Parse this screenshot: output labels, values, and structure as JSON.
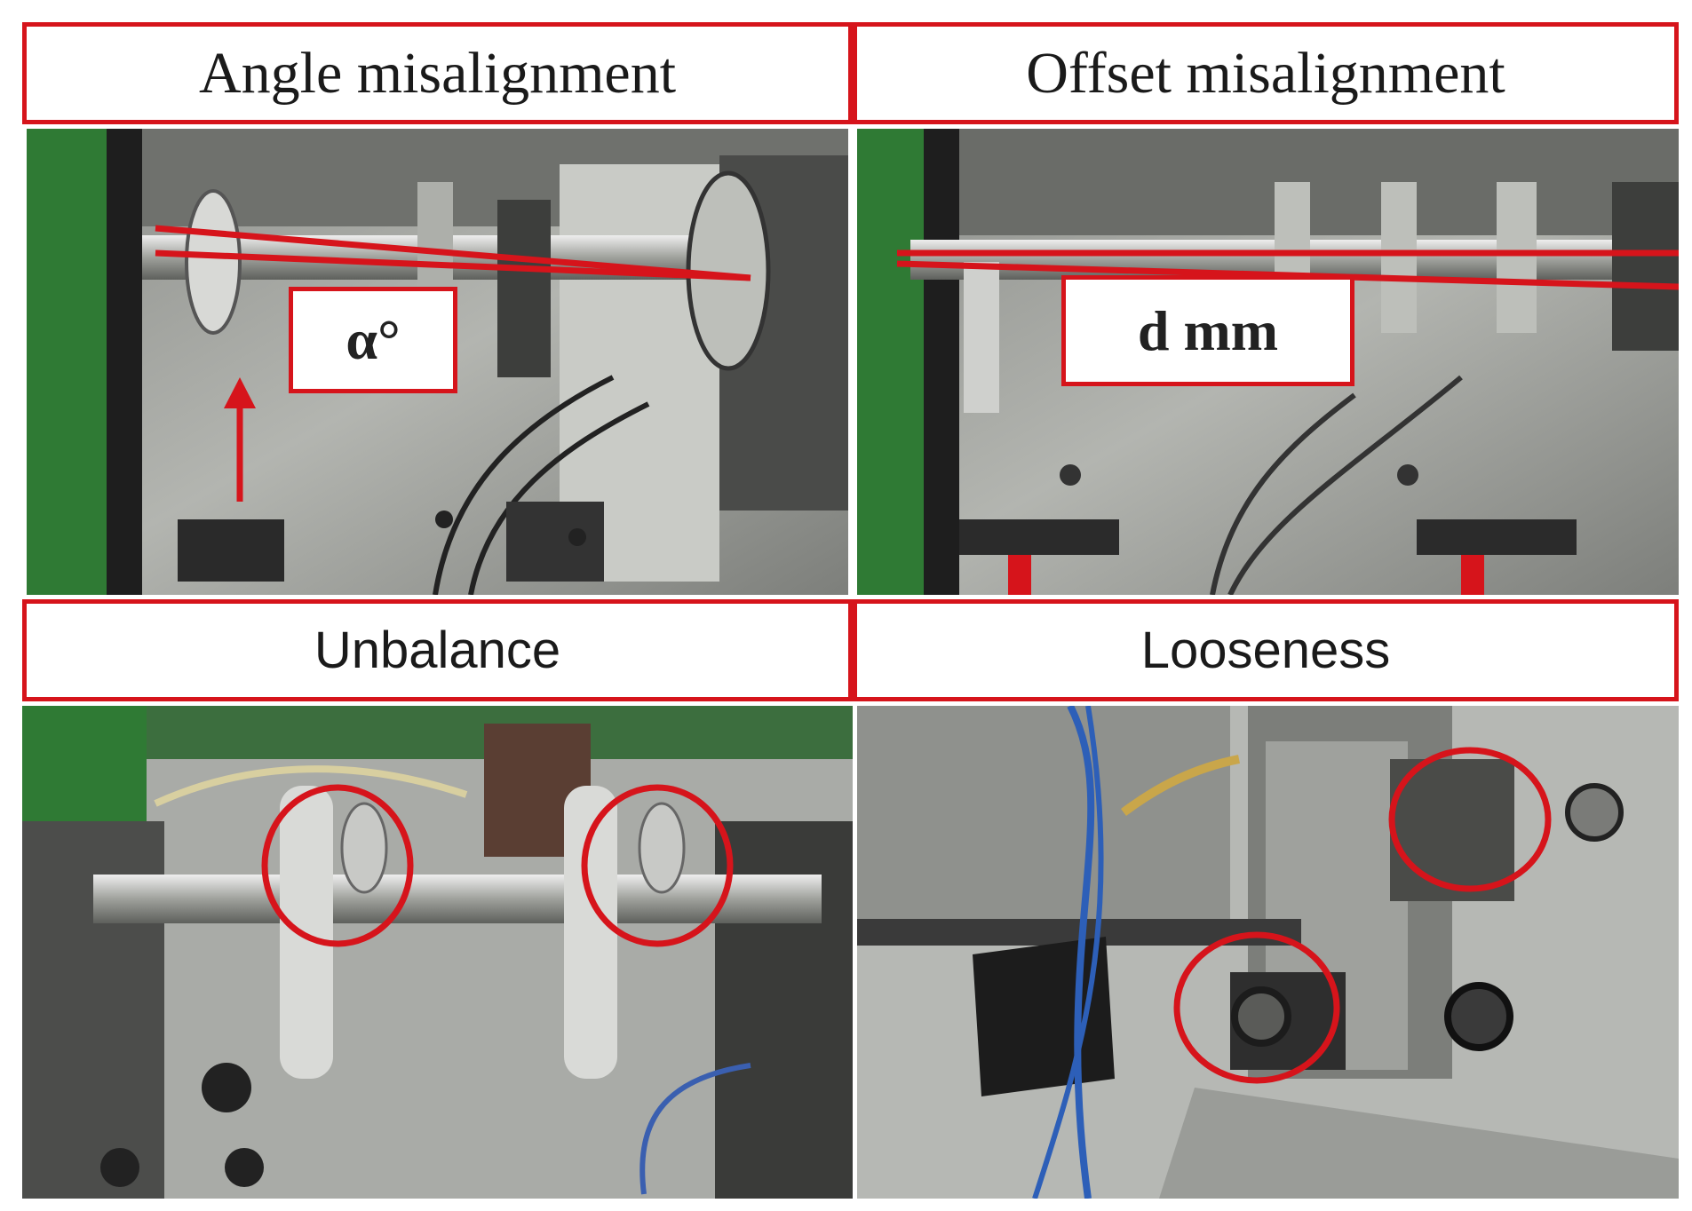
{
  "panels": {
    "angle": {
      "title": "Angle misalignment",
      "label": "α°"
    },
    "offset": {
      "title": "Offset misalignment",
      "label": "d  mm"
    },
    "unbalance": {
      "title": "Unbalance"
    },
    "looseness": {
      "title": "Looseness"
    }
  },
  "colors": {
    "accent": "#d6141b",
    "metal": "#9a9c98",
    "frame": "#2f7a34"
  }
}
